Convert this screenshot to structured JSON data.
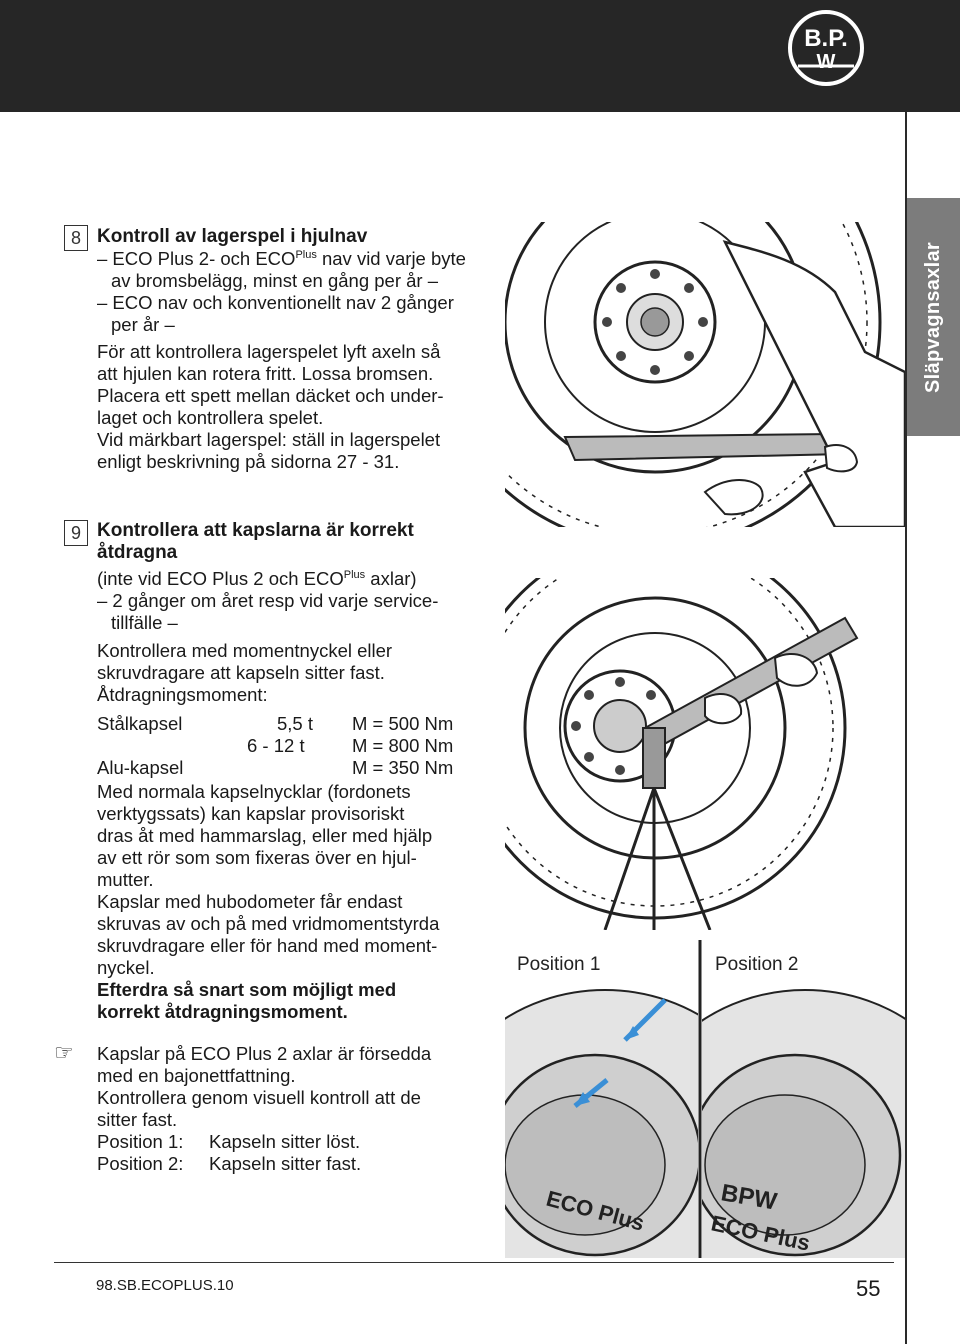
{
  "header": {
    "logo_text": "BPW"
  },
  "side_tab": {
    "label": "Släpvagnsaxlar"
  },
  "step8": {
    "number": "8",
    "heading": "Kontroll av lagerspel i hjulnav",
    "l1_a": "– ECO Plus 2- och ECO",
    "l1_sup": "Plus",
    "l1_b": " nav vid varje byte",
    "l2": "av bromsbelägg, minst en gång per år –",
    "l3": "– ECO nav och konventionellt nav 2 gånger",
    "l4": "per år –",
    "p1": "För att kontrollera lagerspelet lyft axeln så",
    "p2": "att hjulen kan rotera fritt. Lossa bromsen.",
    "p3": "Placera ett spett mellan däcket och under-",
    "p4": "laget och kontrollera spelet.",
    "p5": "Vid märkbart lagerspel: ställ in lagerspelet",
    "p6": "enligt beskrivning på sidorna 27 - 31."
  },
  "step9": {
    "number": "9",
    "heading1": "Kontrollera att kapslarna är korrekt",
    "heading2": "åtdragna",
    "s1_a": "(inte vid ECO Plus 2 och ECO",
    "s1_sup": "Plus",
    "s1_b": " axlar)",
    "s2": "– 2 gånger om året resp vid varje service-",
    "s3": "tillfälle –",
    "t1": "Kontrollera med momentnyckel eller",
    "t2": "skruvdragare att kapseln sitter fast.",
    "t3": "Åtdragningsmoment:",
    "torque": [
      {
        "type": "Stålkapsel",
        "weight": "5,5 t",
        "moment": "M = 500 Nm"
      },
      {
        "type": "",
        "weight": "6 - 12 t",
        "moment": "M = 800 Nm"
      },
      {
        "type": "Alu-kapsel",
        "weight": "",
        "moment": "M = 350 Nm"
      }
    ],
    "u1": "Med normala kapselnycklar (fordonets",
    "u2": "verktygssats) kan kapslar provisoriskt",
    "u3": "dras åt med hammarslag, eller med hjälp",
    "u4": "av ett rör som som fixeras över en hjul-",
    "u5": "mutter.",
    "v1": "Kapslar med hubodometer får endast",
    "v2": "skruvas av och på med vridmomentstyrda",
    "v3": "skruvdragare eller för hand med moment-",
    "v4": "nyckel.",
    "b1": "Efterdra så snart som möjligt med",
    "b2": "korrekt åtdragningsmoment."
  },
  "note": {
    "icon": "pointing-hand-icon",
    "n1": "Kapslar på ECO Plus 2 axlar är försedda",
    "n2": "med en bajonettfattning.",
    "n3": "Kontrollera genom visuell kontroll att de",
    "n4": "sitter fast.",
    "positions": [
      {
        "label": "Position 1:",
        "value": "Kapseln sitter löst."
      },
      {
        "label": "Position 2:",
        "value": "Kapseln sitter fast."
      }
    ]
  },
  "figure3": {
    "label1": "Position 1",
    "label2": "Position 2",
    "cap_text": "ECO Plus",
    "arrow_color": "#3a8fd6"
  },
  "footer": {
    "code": "98.SB.ECOPLUS.10",
    "page": "55"
  }
}
